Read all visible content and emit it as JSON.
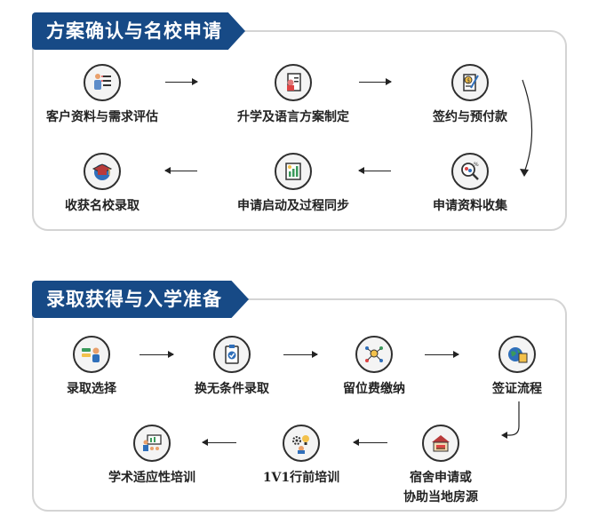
{
  "section1": {
    "title": "方案确认与名校申请",
    "steps": [
      {
        "label": "客户资料与需求评估",
        "icon": "client-form-icon"
      },
      {
        "label": "升学及语言方案制定",
        "icon": "plan-document-icon"
      },
      {
        "label": "签约与预付款",
        "icon": "contract-payment-icon"
      },
      {
        "label": "申请资料收集",
        "icon": "magnifier-search-icon"
      },
      {
        "label": "申请启动及过程同步",
        "icon": "progress-report-icon"
      },
      {
        "label": "收获名校录取",
        "icon": "graduation-cap-icon"
      }
    ]
  },
  "section2": {
    "title": "录取获得与入学准备",
    "steps": [
      {
        "label": "录取选择",
        "icon": "selection-icon"
      },
      {
        "label": "换无条件录取",
        "icon": "clipboard-check-icon"
      },
      {
        "label": "留位费缴纳",
        "icon": "payment-network-icon"
      },
      {
        "label": "签证流程",
        "icon": "globe-visa-icon"
      },
      {
        "label": "宿舍申请或",
        "label2": "协助当地房源",
        "icon": "dormitory-icon"
      },
      {
        "label": "1V1行前培训",
        "icon": "gear-training-icon"
      },
      {
        "label": "学术适应性培训",
        "icon": "academic-training-icon"
      }
    ]
  },
  "colors": {
    "title_bg": "#174a86",
    "panel_border": "#d4d4d4"
  }
}
